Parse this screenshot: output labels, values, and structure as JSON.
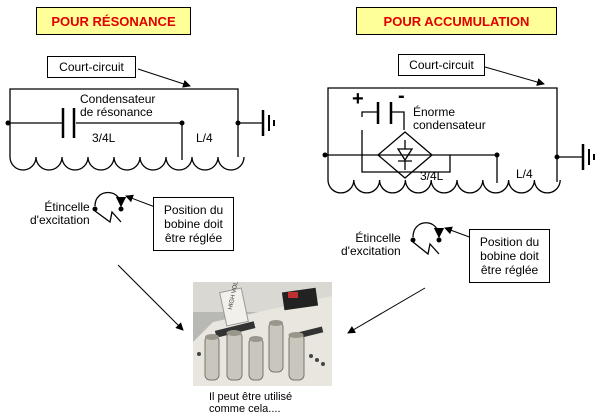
{
  "titles": {
    "left": "POUR RÉSONANCE",
    "right": "POUR  ACCUMULATION"
  },
  "left_circuit": {
    "short_circuit": "Court-circuit",
    "capacitor": "Condensateur\nde résonance",
    "three_quarter": "3/4L",
    "quarter": "L/4",
    "spark": "Étincelle\nd'excitation",
    "coil_position": "Position du\nbobine doit\nêtre réglée"
  },
  "right_circuit": {
    "short_circuit": "Court-circuit",
    "plus": "+",
    "minus": "-",
    "capacitor": "Énorme\ncondensateur",
    "three_quarter": "3/4L",
    "quarter": "L/4",
    "spark": "Étincelle\nd'excitation",
    "coil_position": "Position du\nbobine doit\nêtre réglée"
  },
  "caption": "Il peut être utilisé\ncomme cela....",
  "photo": {
    "label_high_voltage": "HIGH VOLTAGE"
  },
  "colors": {
    "title_fill": "#ffff99",
    "title_text": "#e00000"
  }
}
